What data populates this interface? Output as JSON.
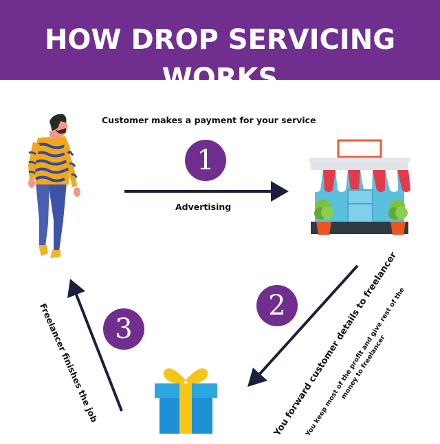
{
  "title": "HOW DROP SERVICING WORKS",
  "steps": [
    {
      "number": "1",
      "label_above": "Customer makes a payment for your service",
      "label_below": "Advertising"
    },
    {
      "number": "2",
      "label": "You forward customer details to freelancer",
      "sublabel_line1": "You keep most of the profit and give rest of the",
      "sublabel_line2": "money to freelancer"
    },
    {
      "number": "3",
      "label": "Freelancer finishes the job"
    }
  ],
  "colors": {
    "banner": "#702f8f",
    "circle": "#702f8f",
    "arrow": "#1b1f3b",
    "text": "#111111"
  },
  "icons": [
    "customer-figure-icon",
    "shop-storefront-icon",
    "gift-box-icon"
  ]
}
